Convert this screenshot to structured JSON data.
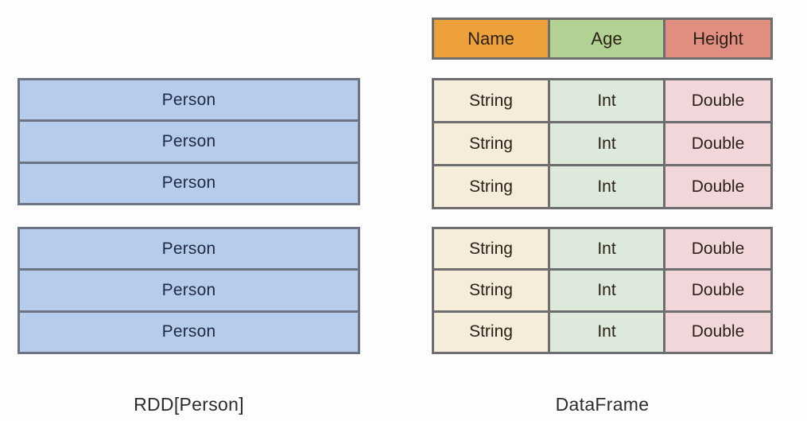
{
  "diagram": {
    "title_left": "RDD[Person]",
    "title_right": "DataFrame",
    "colors": {
      "rdd_block": "#b7cbeb",
      "rdd_border": "#6b7384",
      "rdd_text": "#1f2a44",
      "border": "#6e6e70",
      "header_name": "#eda13a",
      "header_age": "#b2d293",
      "header_height": "#e08e80",
      "cell_string": "#f5ecd9",
      "cell_int": "#dde9da",
      "cell_double": "#f2d7da",
      "cell_text": "#2b2118",
      "background": "#fdfdfd"
    }
  },
  "rdd": {
    "label": "RDD[Person]",
    "groups": [
      {
        "rows": [
          "Person",
          "Person",
          "Person"
        ]
      },
      {
        "rows": [
          "Person",
          "Person",
          "Person"
        ]
      }
    ]
  },
  "dataframe": {
    "label": "DataFrame",
    "columns": [
      {
        "name": "Name",
        "type": "String",
        "header_color": "#eda13a",
        "cell_color": "#f5ecd9"
      },
      {
        "name": "Age",
        "type": "Int",
        "header_color": "#b2d293",
        "cell_color": "#dde9da"
      },
      {
        "name": "Height",
        "type": "Double",
        "header_color": "#e08e80",
        "cell_color": "#f2d7da"
      }
    ],
    "header": [
      "Name",
      "Age",
      "Height"
    ],
    "groups": [
      {
        "rows": [
          [
            "String",
            "Int",
            "Double"
          ],
          [
            "String",
            "Int",
            "Double"
          ],
          [
            "String",
            "Int",
            "Double"
          ]
        ]
      },
      {
        "rows": [
          [
            "String",
            "Int",
            "Double"
          ],
          [
            "String",
            "Int",
            "Double"
          ],
          [
            "String",
            "Int",
            "Double"
          ]
        ]
      }
    ]
  }
}
